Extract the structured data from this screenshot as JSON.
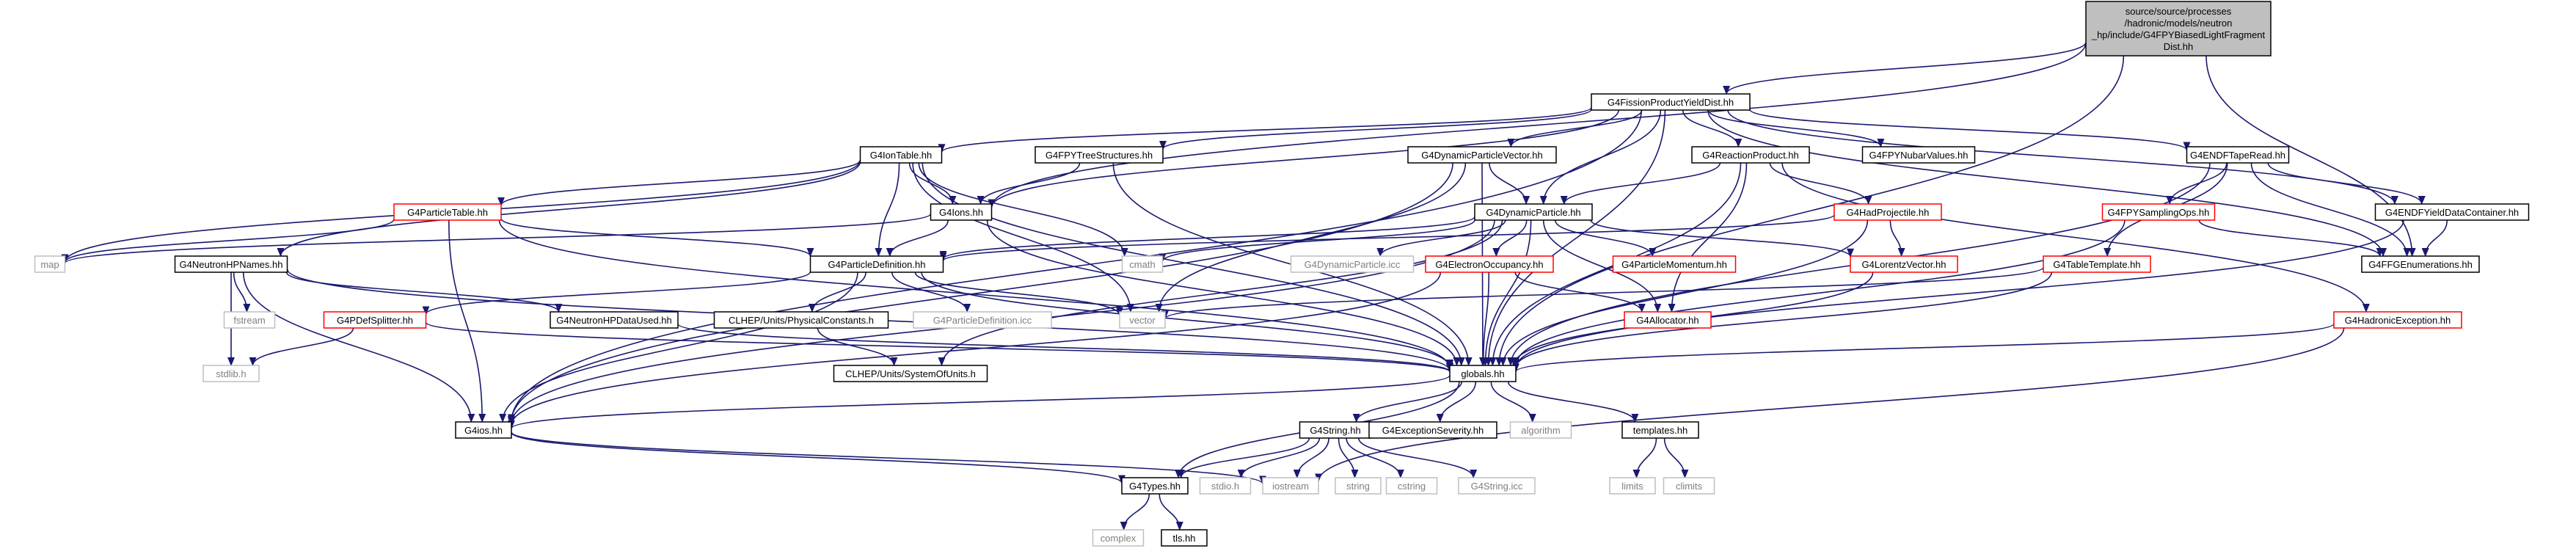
{
  "diagram": {
    "type": "include-dependency-graph",
    "root_lines": [
      "source/source/processes",
      "/hadronic/models/neutron",
      "_hp/include/G4FPYBiasedLightFragment",
      "Dist.hh"
    ],
    "nodes": [
      {
        "id": "fpyd",
        "label": "G4FissionProductYieldDist.hh",
        "kind": "normal"
      },
      {
        "id": "iontable",
        "label": "G4IonTable.hh",
        "kind": "normal"
      },
      {
        "id": "fpytree",
        "label": "G4FPYTreeStructures.hh",
        "kind": "normal"
      },
      {
        "id": "dpv",
        "label": "G4DynamicParticleVector.hh",
        "kind": "normal"
      },
      {
        "id": "reactprod",
        "label": "G4ReactionProduct.hh",
        "kind": "normal"
      },
      {
        "id": "nubar",
        "label": "G4FPYNubarValues.hh",
        "kind": "normal"
      },
      {
        "id": "endftape",
        "label": "G4ENDFTapeRead.hh",
        "kind": "normal"
      },
      {
        "id": "ptable",
        "label": "G4ParticleTable.hh",
        "kind": "red"
      },
      {
        "id": "ions",
        "label": "G4Ions.hh",
        "kind": "normal"
      },
      {
        "id": "dynpart",
        "label": "G4DynamicParticle.hh",
        "kind": "normal"
      },
      {
        "id": "hadproj",
        "label": "G4HadProjectile.hh",
        "kind": "red"
      },
      {
        "id": "sampops",
        "label": "G4FPYSamplingOps.hh",
        "kind": "red"
      },
      {
        "id": "endfydc",
        "label": "G4ENDFYieldDataContainer.hh",
        "kind": "normal"
      },
      {
        "id": "map",
        "label": "map",
        "kind": "gray"
      },
      {
        "id": "nhpnames",
        "label": "G4NeutronHPNames.hh",
        "kind": "normal"
      },
      {
        "id": "pdef",
        "label": "G4ParticleDefinition.hh",
        "kind": "normal"
      },
      {
        "id": "cmath",
        "label": "cmath",
        "kind": "gray"
      },
      {
        "id": "dpicc",
        "label": "G4DynamicParticle.icc",
        "kind": "gray"
      },
      {
        "id": "eocc",
        "label": "G4ElectronOccupancy.hh",
        "kind": "red"
      },
      {
        "id": "pmom",
        "label": "G4ParticleMomentum.hh",
        "kind": "red"
      },
      {
        "id": "lorentz",
        "label": "G4LorentzVector.hh",
        "kind": "red"
      },
      {
        "id": "tabtmpl",
        "label": "G4TableTemplate.hh",
        "kind": "red"
      },
      {
        "id": "fgenum",
        "label": "G4FFGEnumerations.hh",
        "kind": "normal"
      },
      {
        "id": "fstream",
        "label": "fstream",
        "kind": "gray"
      },
      {
        "id": "pdefsplit",
        "label": "G4PDefSplitter.hh",
        "kind": "red"
      },
      {
        "id": "nhpdu",
        "label": "G4NeutronHPDataUsed.hh",
        "kind": "normal"
      },
      {
        "id": "physconst",
        "label": "CLHEP/Units/PhysicalConstants.h",
        "kind": "normal"
      },
      {
        "id": "pdicc",
        "label": "G4ParticleDefinition.icc",
        "kind": "gray"
      },
      {
        "id": "vector",
        "label": "vector",
        "kind": "gray"
      },
      {
        "id": "allocator",
        "label": "G4Allocator.hh",
        "kind": "red"
      },
      {
        "id": "hadexc",
        "label": "G4HadronicException.hh",
        "kind": "red"
      },
      {
        "id": "stdlib",
        "label": "stdlib.h",
        "kind": "gray"
      },
      {
        "id": "sysunits",
        "label": "CLHEP/Units/SystemOfUnits.h",
        "kind": "normal"
      },
      {
        "id": "globals",
        "label": "globals.hh",
        "kind": "normal"
      },
      {
        "id": "g4ios",
        "label": "G4ios.hh",
        "kind": "normal"
      },
      {
        "id": "g4string",
        "label": "G4String.hh",
        "kind": "normal"
      },
      {
        "id": "excsev",
        "label": "G4ExceptionSeverity.hh",
        "kind": "normal"
      },
      {
        "id": "algorithm",
        "label": "algorithm",
        "kind": "gray"
      },
      {
        "id": "templates",
        "label": "templates.hh",
        "kind": "normal"
      },
      {
        "id": "types",
        "label": "G4Types.hh",
        "kind": "normal"
      },
      {
        "id": "stdio",
        "label": "stdio.h",
        "kind": "gray"
      },
      {
        "id": "iostream",
        "label": "iostream",
        "kind": "gray"
      },
      {
        "id": "string",
        "label": "string",
        "kind": "gray"
      },
      {
        "id": "cstring",
        "label": "cstring",
        "kind": "gray"
      },
      {
        "id": "g4stricc",
        "label": "G4String.icc",
        "kind": "gray"
      },
      {
        "id": "limits",
        "label": "limits",
        "kind": "gray"
      },
      {
        "id": "climits",
        "label": "climits",
        "kind": "gray"
      },
      {
        "id": "complex",
        "label": "complex",
        "kind": "gray"
      },
      {
        "id": "tlshh",
        "label": "tls.hh",
        "kind": "normal"
      }
    ],
    "edges": [
      [
        "root",
        "fpyd"
      ],
      [
        "root",
        "fgenum"
      ],
      [
        "root",
        "globals"
      ],
      [
        "root",
        "ions"
      ],
      [
        "fpyd",
        "iontable"
      ],
      [
        "fpyd",
        "fpytree"
      ],
      [
        "fpyd",
        "dpv"
      ],
      [
        "fpyd",
        "reactprod"
      ],
      [
        "fpyd",
        "nubar"
      ],
      [
        "fpyd",
        "endftape"
      ],
      [
        "fpyd",
        "ions"
      ],
      [
        "fpyd",
        "dynpart"
      ],
      [
        "fpyd",
        "endfydc"
      ],
      [
        "fpyd",
        "fgenum"
      ],
      [
        "fpyd",
        "globals"
      ],
      [
        "fpyd",
        "g4ios"
      ],
      [
        "iontable",
        "ptable"
      ],
      [
        "iontable",
        "ions"
      ],
      [
        "iontable",
        "pdef"
      ],
      [
        "iontable",
        "nhpnames"
      ],
      [
        "iontable",
        "map"
      ],
      [
        "iontable",
        "cmath"
      ],
      [
        "iontable",
        "vector"
      ],
      [
        "iontable",
        "globals"
      ],
      [
        "fpytree",
        "ions"
      ],
      [
        "fpytree",
        "globals"
      ],
      [
        "dpv",
        "dynpart"
      ],
      [
        "dpv",
        "vector"
      ],
      [
        "dpv",
        "globals"
      ],
      [
        "dpv",
        "g4ios"
      ],
      [
        "reactprod",
        "dynpart"
      ],
      [
        "reactprod",
        "hadproj"
      ],
      [
        "reactprod",
        "allocator"
      ],
      [
        "reactprod",
        "globals"
      ],
      [
        "reactprod",
        "hadexc"
      ],
      [
        "endftape",
        "sampops"
      ],
      [
        "endftape",
        "endfydc"
      ],
      [
        "endftape",
        "fgenum"
      ],
      [
        "endftape",
        "tabtmpl"
      ],
      [
        "endftape",
        "globals"
      ],
      [
        "ptable",
        "map"
      ],
      [
        "ptable",
        "pdef"
      ],
      [
        "ptable",
        "globals"
      ],
      [
        "ptable",
        "g4ios"
      ],
      [
        "ions",
        "pdef"
      ],
      [
        "ions",
        "globals"
      ],
      [
        "ions",
        "map"
      ],
      [
        "dynpart",
        "pdef"
      ],
      [
        "dynpart",
        "dpicc"
      ],
      [
        "dynpart",
        "eocc"
      ],
      [
        "dynpart",
        "pmom"
      ],
      [
        "dynpart",
        "lorentz"
      ],
      [
        "dynpart",
        "allocator"
      ],
      [
        "dynpart",
        "cmath"
      ],
      [
        "dynpart",
        "globals"
      ],
      [
        "dynpart",
        "g4ios"
      ],
      [
        "dynpart",
        "sysunits"
      ],
      [
        "hadproj",
        "lorentz"
      ],
      [
        "hadproj",
        "pdef"
      ],
      [
        "hadproj",
        "globals"
      ],
      [
        "sampops",
        "fgenum"
      ],
      [
        "sampops",
        "globals"
      ],
      [
        "endfydc",
        "fgenum"
      ],
      [
        "endfydc",
        "globals"
      ],
      [
        "nhpnames",
        "fstream"
      ],
      [
        "nhpnames",
        "stdlib"
      ],
      [
        "nhpnames",
        "nhpdu"
      ],
      [
        "nhpnames",
        "g4ios"
      ],
      [
        "nhpnames",
        "globals"
      ],
      [
        "pdef",
        "pdefsplit"
      ],
      [
        "pdef",
        "physconst"
      ],
      [
        "pdef",
        "pdicc"
      ],
      [
        "pdef",
        "vector"
      ],
      [
        "pdef",
        "globals"
      ],
      [
        "pdef",
        "g4ios"
      ],
      [
        "eocc",
        "allocator"
      ],
      [
        "eocc",
        "globals"
      ],
      [
        "eocc",
        "g4ios"
      ],
      [
        "lorentz",
        "globals"
      ],
      [
        "tabtmpl",
        "vector"
      ],
      [
        "tabtmpl",
        "globals"
      ],
      [
        "pdefsplit",
        "stdlib"
      ],
      [
        "pdefsplit",
        "globals"
      ],
      [
        "nhpdu",
        "globals"
      ],
      [
        "physconst",
        "sysunits"
      ],
      [
        "hadexc",
        "globals"
      ],
      [
        "hadexc",
        "iostream"
      ],
      [
        "globals",
        "g4ios"
      ],
      [
        "globals",
        "g4string"
      ],
      [
        "globals",
        "excsev"
      ],
      [
        "globals",
        "algorithm"
      ],
      [
        "globals",
        "templates"
      ],
      [
        "globals",
        "types"
      ],
      [
        "g4ios",
        "types"
      ],
      [
        "g4ios",
        "iostream"
      ],
      [
        "g4string",
        "types"
      ],
      [
        "g4string",
        "stdio"
      ],
      [
        "g4string",
        "iostream"
      ],
      [
        "g4string",
        "string"
      ],
      [
        "g4string",
        "cstring"
      ],
      [
        "g4string",
        "g4stricc"
      ],
      [
        "templates",
        "limits"
      ],
      [
        "templates",
        "climits"
      ],
      [
        "types",
        "complex"
      ],
      [
        "types",
        "tlshh"
      ]
    ],
    "colors": {
      "root_fill": "#bfbfbf",
      "node_border": "#000000",
      "red_border": "#ff0000",
      "gray_border": "#bfbfbf",
      "gray_text": "#7f7f7f",
      "edge": "#191970"
    }
  }
}
